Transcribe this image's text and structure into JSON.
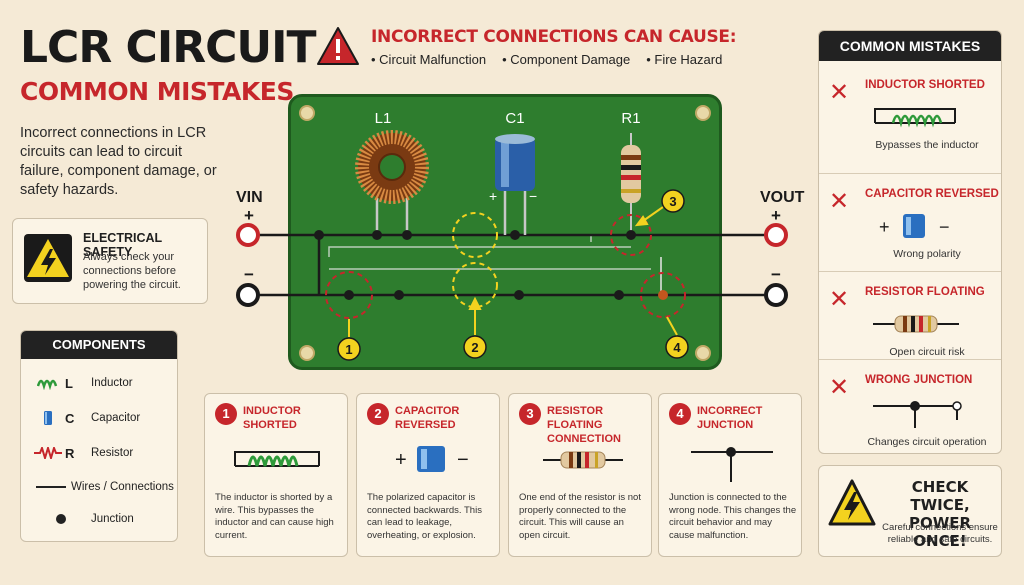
{
  "title": {
    "main": "LCR CIRCUIT",
    "sub": "COMMON MISTAKES"
  },
  "intro": "Incorrect connections in LCR circuits can lead to circuit failure, component damage, or safety hazards.",
  "safety": {
    "heading": "ELECTRICAL SAFETY",
    "text": "Always check your connections before powering the circuit."
  },
  "components": {
    "heading": "COMPONENTS",
    "items": [
      {
        "letter": "L",
        "label": "Inductor",
        "icon": "inductor-icon"
      },
      {
        "letter": "C",
        "label": "Capacitor",
        "icon": "capacitor-icon"
      },
      {
        "letter": "R",
        "label": "Resistor",
        "icon": "resistor-icon"
      },
      {
        "letter": "",
        "label": "Wires / Connections",
        "icon": "wire-icon"
      },
      {
        "letter": "",
        "label": "Junction",
        "icon": "junction-icon"
      }
    ]
  },
  "warning": {
    "title": "INCORRECT CONNECTIONS CAN CAUSE:",
    "items": [
      "Circuit Malfunction",
      "Component Damage",
      "Fire Hazard"
    ]
  },
  "board": {
    "labels": {
      "l1": "L1",
      "c1": "C1",
      "r1": "R1",
      "vin": "VIN",
      "vout": "VOUT",
      "plus": "+",
      "minus": "−"
    },
    "markers": [
      "1",
      "2",
      "3",
      "4"
    ]
  },
  "mistakes": [
    {
      "num": "1",
      "title": "INDUCTOR SHORTED",
      "text": "The inductor is shorted by a wire. This bypasses the inductor and can cause high current."
    },
    {
      "num": "2",
      "title": "CAPACITOR REVERSED",
      "text": "The polarized capacitor is connected backwards. This can lead to leakage, overheating, or explosion."
    },
    {
      "num": "3",
      "title": "RESISTOR FLOATING CONNECTION",
      "text": "One end of the resistor is not properly connected to the circuit. This will cause an open circuit."
    },
    {
      "num": "4",
      "title": "INCORRECT JUNCTION",
      "text": "Junction is connected to the wrong node. This changes the circuit behavior and may cause malfunction."
    }
  ],
  "right_panel": {
    "heading": "COMMON MISTAKES",
    "items": [
      {
        "title": "INDUCTOR SHORTED",
        "caption": "Bypasses the inductor"
      },
      {
        "title": "CAPACITOR REVERSED",
        "caption": "Wrong polarity"
      },
      {
        "title": "RESISTOR FLOATING",
        "caption": "Open circuit risk"
      },
      {
        "title": "WRONG JUNCTION",
        "caption": "Changes circuit operation"
      }
    ]
  },
  "check": {
    "heading": "CHECK TWICE, POWER ONCE!",
    "text": "Careful connections ensure reliable and safe circuits."
  },
  "colors": {
    "red": "#c6262b",
    "board": "#2e7d2e",
    "copper": "#c26a28",
    "cap_blue": "#2a5fa8",
    "marker_yellow": "#f3d21f"
  }
}
